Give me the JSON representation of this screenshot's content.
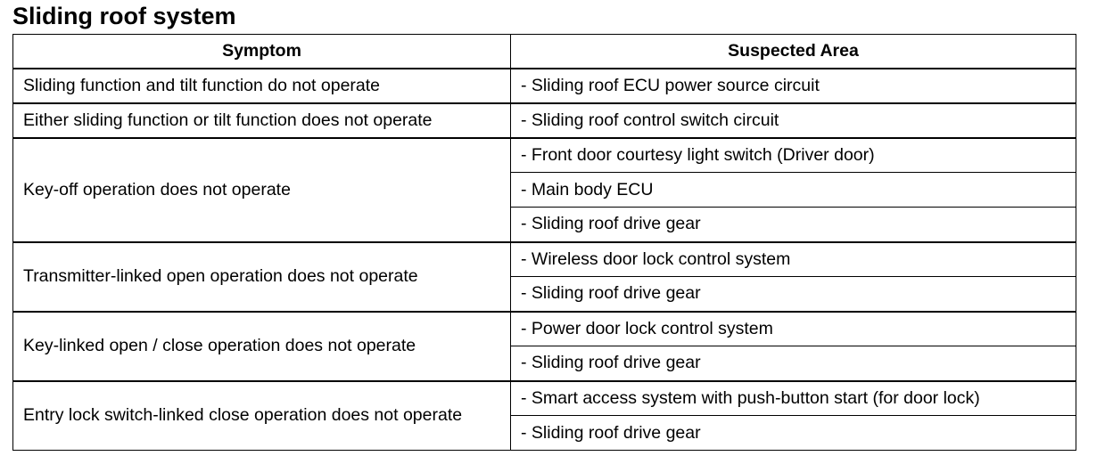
{
  "page": {
    "title": "Sliding roof system"
  },
  "table": {
    "headers": {
      "symptom": "Symptom",
      "suspected_area": "Suspected Area"
    },
    "groups": [
      {
        "symptom": "Sliding function and tilt function do not operate",
        "areas": [
          "- Sliding roof ECU power source circuit"
        ]
      },
      {
        "symptom": "Either sliding function or tilt function does not operate",
        "areas": [
          "- Sliding roof control switch circuit"
        ]
      },
      {
        "symptom": "Key-off operation does not operate",
        "areas": [
          "- Front door courtesy light switch (Driver door)",
          "- Main body ECU",
          "- Sliding roof drive gear"
        ]
      },
      {
        "symptom": "Transmitter-linked open operation does not operate",
        "areas": [
          "- Wireless door lock control system",
          "- Sliding roof drive gear"
        ]
      },
      {
        "symptom": "Key-linked open / close operation does not operate",
        "areas": [
          "- Power door lock control system",
          "- Sliding roof drive gear"
        ]
      },
      {
        "symptom": "Entry lock switch-linked close operation does not operate",
        "areas": [
          "- Smart access system with push-button start (for door lock)",
          "- Sliding roof drive gear"
        ]
      }
    ]
  }
}
